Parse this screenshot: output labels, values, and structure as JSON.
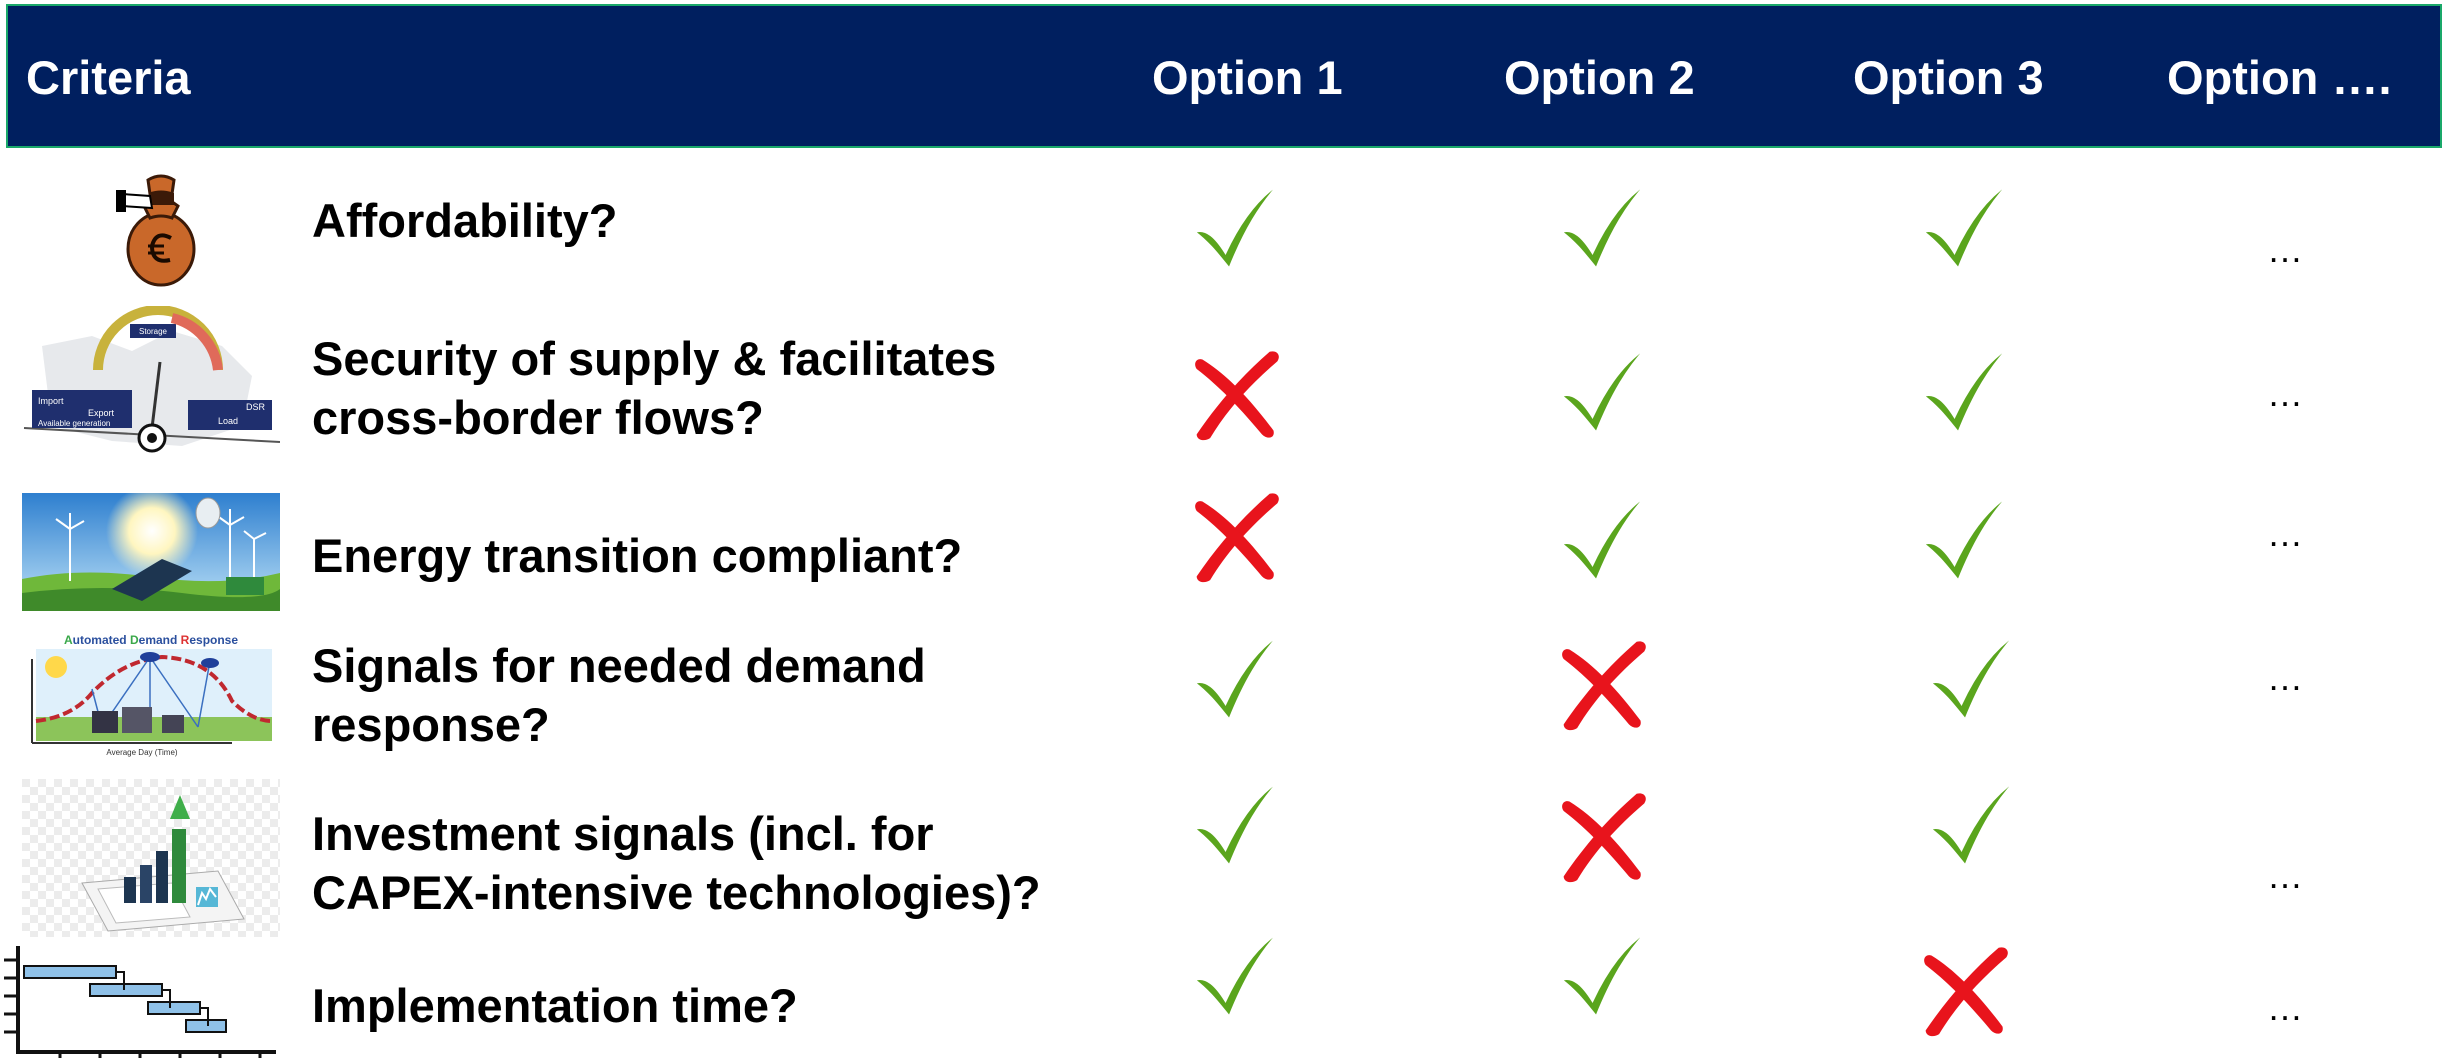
{
  "header": {
    "criteria_label": "Criteria",
    "options": [
      "Option 1",
      "Option 2",
      "Option 3",
      "Option …."
    ]
  },
  "colors": {
    "header_background": "#001f5f",
    "header_text": "#ffffff",
    "check": "#5aa51d",
    "cross": "#e8141c"
  },
  "rows": [
    {
      "icon": "money-bag-euro-icon",
      "lines": [
        "Affordability?"
      ],
      "marks": [
        "check",
        "check",
        "check"
      ],
      "extra": "…"
    },
    {
      "icon": "supply-balance-scale-icon",
      "lines": [
        "Security of supply & facilitates",
        "cross-border flows?"
      ],
      "marks": [
        "cross",
        "check",
        "check"
      ],
      "extra": "…",
      "icon_labels": {
        "storage": "Storage",
        "import": "Import",
        "export": "Export",
        "available_generation": "Available generation",
        "dsr": "DSR",
        "load": "Load"
      }
    },
    {
      "icon": "energy-transition-landscape-icon",
      "lines": [
        "Energy transition compliant?"
      ],
      "marks": [
        "cross",
        "check",
        "check"
      ],
      "extra": "…"
    },
    {
      "icon": "demand-response-chart-icon",
      "lines": [
        "Signals for needed demand",
        "response?"
      ],
      "marks": [
        "check",
        "cross",
        "check"
      ],
      "extra": "…",
      "icon_labels": {
        "title_parts": [
          [
            "A",
            "utomated "
          ],
          [
            "D",
            "emand "
          ],
          [
            "R",
            "esponse"
          ]
        ],
        "x_axis": "Average Day (Time)"
      }
    },
    {
      "icon": "investment-growth-chart-icon",
      "lines": [
        "Investment signals (incl. for",
        "CAPEX-intensive technologies)?"
      ],
      "marks": [
        "check",
        "cross",
        "check"
      ],
      "extra": "…"
    },
    {
      "icon": "implementation-gantt-icon",
      "lines": [
        "Implementation time?"
      ],
      "marks": [
        "check",
        "check",
        "cross"
      ],
      "extra": "…"
    }
  ]
}
